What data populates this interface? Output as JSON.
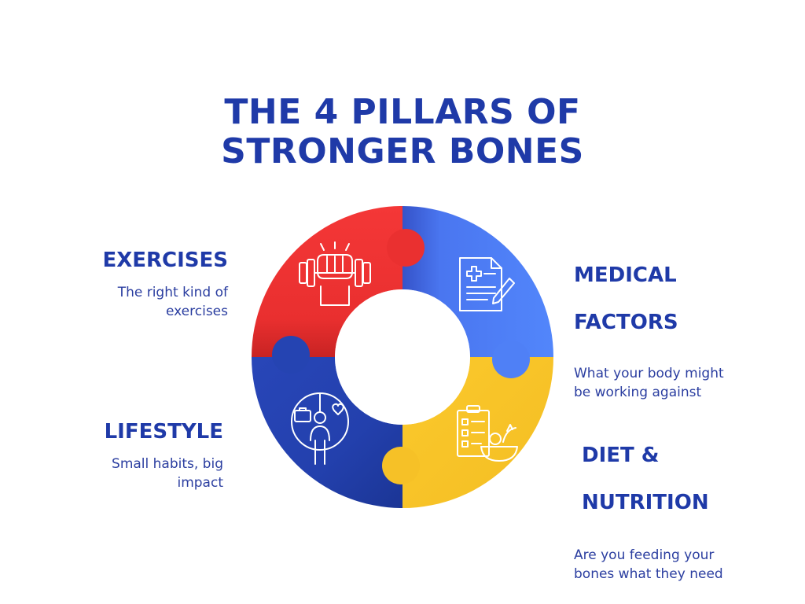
{
  "title": {
    "line1": "THE 4 PILLARS OF",
    "line2": "STRONGER BONES"
  },
  "pillars": {
    "exercises": {
      "heading": "EXERCISES",
      "desc_line1": "The right kind of",
      "desc_line2": "exercises",
      "color": "#f03535",
      "icon": "dumbbell-fist-icon"
    },
    "medical": {
      "heading_line1": "MEDICAL",
      "heading_line2": "FACTORS",
      "desc_line1": "What your body might",
      "desc_line2": "be working against",
      "color": "#4d7cf4",
      "icon": "medical-document-icon"
    },
    "lifestyle": {
      "heading": "LIFESTYLE",
      "desc_line1": "Small habits, big",
      "desc_line2": "impact",
      "color": "#2443b4",
      "icon": "work-life-balance-icon"
    },
    "diet": {
      "heading_line1": "DIET &",
      "heading_line2": "NUTRITION",
      "desc_line1": "Are you feeding your",
      "desc_line2": "bones what they need",
      "color": "#f5c028",
      "icon": "diet-checklist-icon"
    }
  }
}
